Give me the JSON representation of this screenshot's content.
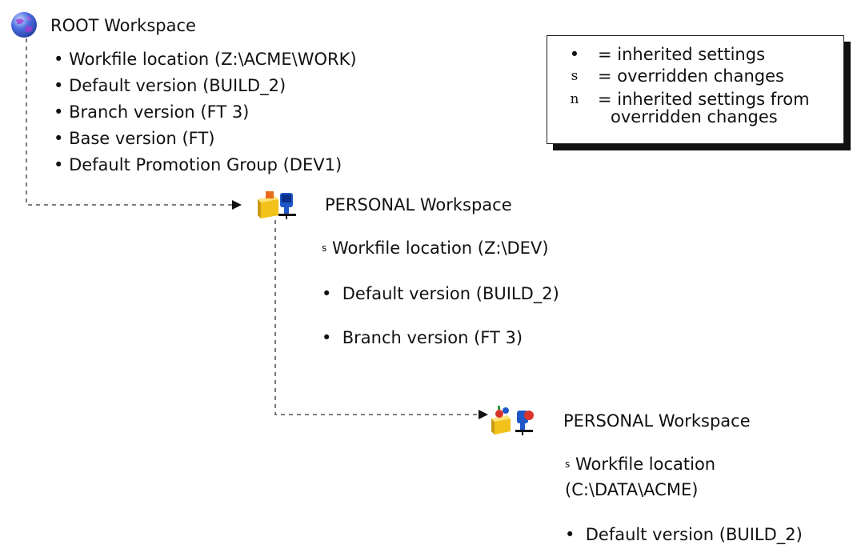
{
  "root": {
    "title": "ROOT Workspace",
    "icon": "globe-icon",
    "items": [
      {
        "bullet": "•",
        "text": "Workfile location (Z:\\ACME\\WORK)"
      },
      {
        "bullet": "•",
        "text": "Default version (BUILD_2)"
      },
      {
        "bullet": "•",
        "text": "Branch version (FT 3)"
      },
      {
        "bullet": "•",
        "text": "Base version (FT)"
      },
      {
        "bullet": "•",
        "text": "Default Promotion Group (DEV1)"
      }
    ]
  },
  "personal1": {
    "title": "PERSONAL Workspace",
    "icon": "desk-user-icon",
    "items": [
      {
        "bullet": "s",
        "text": "Workfile location (Z:\\DEV)"
      },
      {
        "bullet": "•",
        "text": "Default version (BUILD_2)"
      },
      {
        "bullet": "•",
        "text": "Branch version (FT 3)"
      }
    ]
  },
  "personal2": {
    "title": "PERSONAL Workspace",
    "icon": "desk-users-icon",
    "items": [
      {
        "bullet": "s",
        "text": "Workfile location"
      },
      {
        "bullet": "",
        "text": "(C:\\DATA\\ACME)"
      },
      {
        "bullet": "•",
        "text": "Default version (BUILD_2)"
      }
    ]
  },
  "legend": {
    "rows": [
      {
        "symbol": "•",
        "text": "= inherited settings"
      },
      {
        "symbol": "s",
        "text": "= overridden changes"
      },
      {
        "symbol": "n",
        "text": "= inherited settings from"
      },
      {
        "symbol": "",
        "text": "overridden changes"
      }
    ]
  },
  "colors": {
    "line": "#333333",
    "shadow": "#111111",
    "icon_yellow": "#f2c21b",
    "icon_blue": "#1f57c8"
  }
}
